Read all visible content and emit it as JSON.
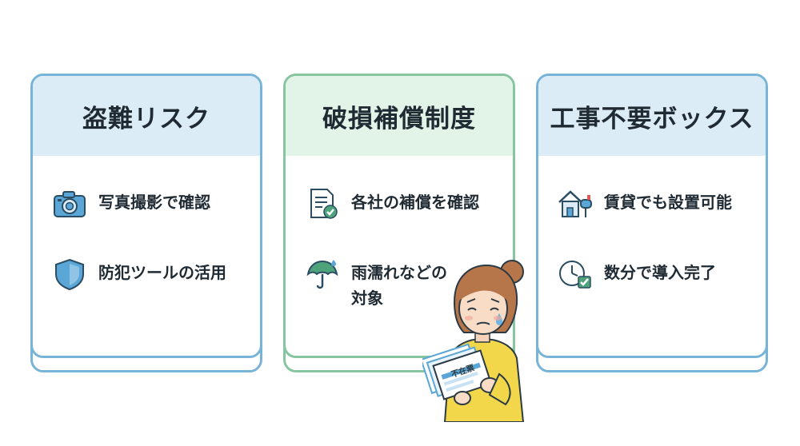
{
  "cards": [
    {
      "title": "盗難リスク",
      "items": [
        {
          "icon": "camera-icon",
          "text": "写真撮影で確認"
        },
        {
          "icon": "shield-icon",
          "text": "防犯ツールの活用"
        }
      ]
    },
    {
      "title": "破損補償制度",
      "items": [
        {
          "icon": "document-check-icon",
          "text": "各社の補償を確認"
        },
        {
          "icon": "umbrella-icon",
          "text": "雨濡れなどの対象"
        }
      ]
    },
    {
      "title": "工事不要ボックス",
      "items": [
        {
          "icon": "house-mailbox-icon",
          "text": "賃貸でも設置可能"
        },
        {
          "icon": "clock-check-icon",
          "text": "数分で導入完了"
        }
      ]
    }
  ],
  "illustration": {
    "icon": "worried-woman-icon",
    "notice_label": "不在票"
  },
  "colors": {
    "blue_border": "#78b4d8",
    "blue_header": "#dcecf7",
    "green_border": "#86c5a0",
    "green_header": "#e2f3e8",
    "icon_blue": "#5aa6d6",
    "icon_green": "#4fa37a",
    "text": "#1f2a33",
    "jacket": "#f2d74a"
  }
}
